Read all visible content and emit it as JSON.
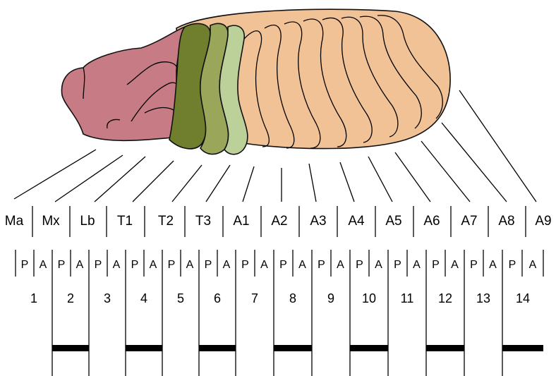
{
  "colors": {
    "head": "#c77b84",
    "t1": "#6f7f2e",
    "t2": "#9aa75a",
    "t3": "#bcd09a",
    "abdomen": "#f1c296",
    "outline": "#111111",
    "bar": "#000000"
  },
  "segments": [
    "Ma",
    "Mx",
    "Lb",
    "T1",
    "T2",
    "T3",
    "A1",
    "A2",
    "A3",
    "A4",
    "A5",
    "A6",
    "A7",
    "A8",
    "A9"
  ],
  "pa_labels": [
    "P",
    "A",
    "P",
    "A",
    "P",
    "A",
    "P",
    "A",
    "P",
    "A",
    "P",
    "A",
    "P",
    "A",
    "P",
    "A",
    "P",
    "A",
    "P",
    "A",
    "P",
    "A",
    "P",
    "A",
    "P",
    "A",
    "P",
    "A"
  ],
  "parasegments": [
    "1",
    "2",
    "3",
    "4",
    "5",
    "6",
    "7",
    "8",
    "9",
    "10",
    "11",
    "12",
    "13",
    "14"
  ]
}
